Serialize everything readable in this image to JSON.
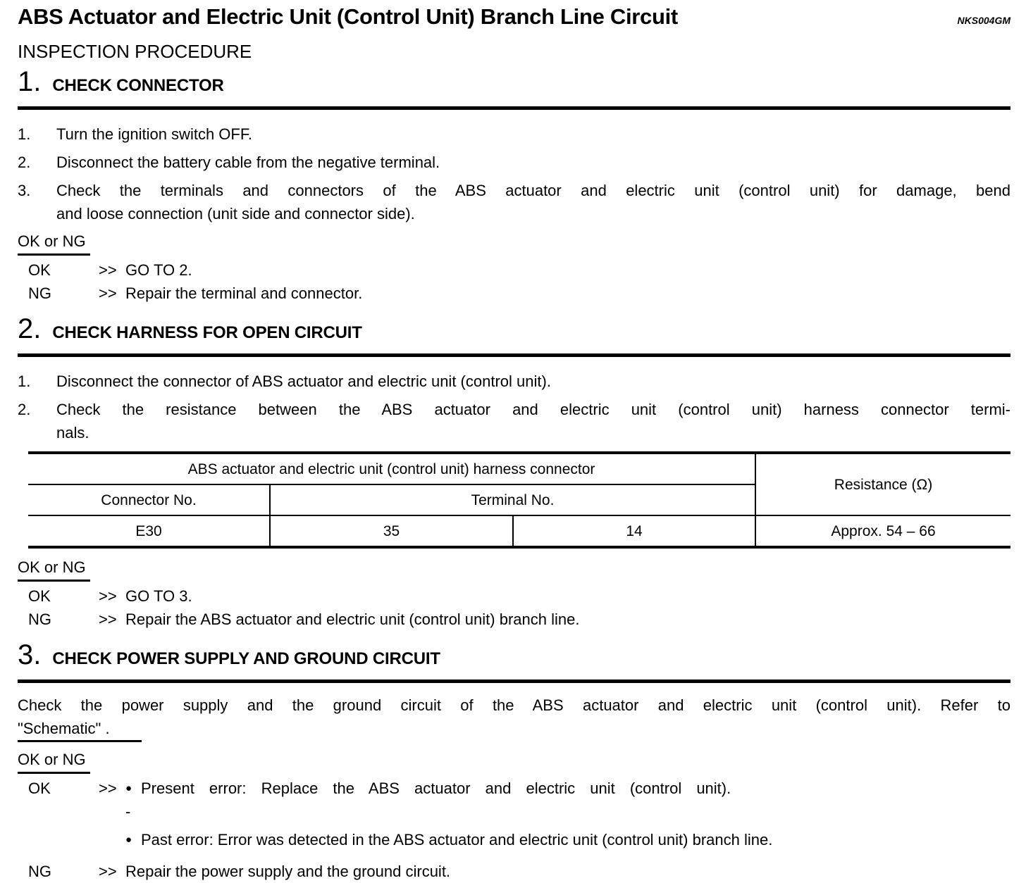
{
  "header": {
    "title": "ABS Actuator and Electric Unit (Control Unit) Branch Line Circuit",
    "doc_code": "NKS004GM",
    "subtitle": "INSPECTION PROCEDURE"
  },
  "icons": {
    "bullet": "●"
  },
  "section1": {
    "number": "1.",
    "heading": "CHECK CONNECTOR",
    "steps": [
      {
        "num": "1.",
        "lines": [
          "Turn the ignition switch OFF."
        ]
      },
      {
        "num": "2.",
        "lines": [
          "Disconnect the battery cable from the negative terminal."
        ]
      },
      {
        "num": "3.",
        "lines": [
          "Check the terminals and connectors of the ABS actuator and electric unit (control unit) for damage, bend",
          "and loose connection (unit side and connector side)."
        ]
      }
    ],
    "ok_ng_label": "OK or NG",
    "results": [
      {
        "label": "OK",
        "arrow": ">>",
        "text": "GO TO 2."
      },
      {
        "label": "NG",
        "arrow": ">>",
        "text": "Repair the terminal and connector."
      }
    ]
  },
  "section2": {
    "number": "2.",
    "heading": "CHECK HARNESS FOR OPEN CIRCUIT",
    "steps": [
      {
        "num": "1.",
        "lines": [
          "Disconnect the connector of ABS actuator and electric unit (control unit)."
        ]
      },
      {
        "num": "2.",
        "lines": [
          "Check the resistance between the ABS actuator and electric unit (control unit) harness connector termi-",
          "nals."
        ]
      }
    ],
    "table": {
      "harness_header": "ABS actuator and electric unit (control unit) harness connector",
      "connector_col": "Connector No.",
      "terminal_col": "Terminal No.",
      "resistance_col": "Resistance (Ω)",
      "row": {
        "connector_no": "E30",
        "terminal_1": "35",
        "terminal_2": "14",
        "resistance": "Approx. 54 – 66"
      }
    },
    "ok_ng_label": "OK or NG",
    "results": [
      {
        "label": "OK",
        "arrow": ">>",
        "text": "GO TO 3."
      },
      {
        "label": "NG",
        "arrow": ">>",
        "text": "Repair the ABS actuator and electric unit (control unit) branch line."
      }
    ]
  },
  "section3": {
    "number": "3.",
    "heading": "CHECK POWER SUPPLY AND GROUND CIRCUIT",
    "paragraph_line1": "Check the power supply and the ground circuit of the ABS actuator and electric unit (control unit). Refer to",
    "link_text": "\"Schematic\" .",
    "ok_ng_label": "OK or NG",
    "ok": {
      "label": "OK",
      "arrow": ">>",
      "bullet1": "Present error: Replace the ABS actuator and electric unit (control unit).",
      "dash": "-",
      "bullet2": "Past error: Error was detected in the ABS actuator and electric unit (control unit) branch line."
    },
    "ng": {
      "label": "NG",
      "arrow": ">>",
      "text": "Repair the power supply and the ground circuit."
    }
  }
}
